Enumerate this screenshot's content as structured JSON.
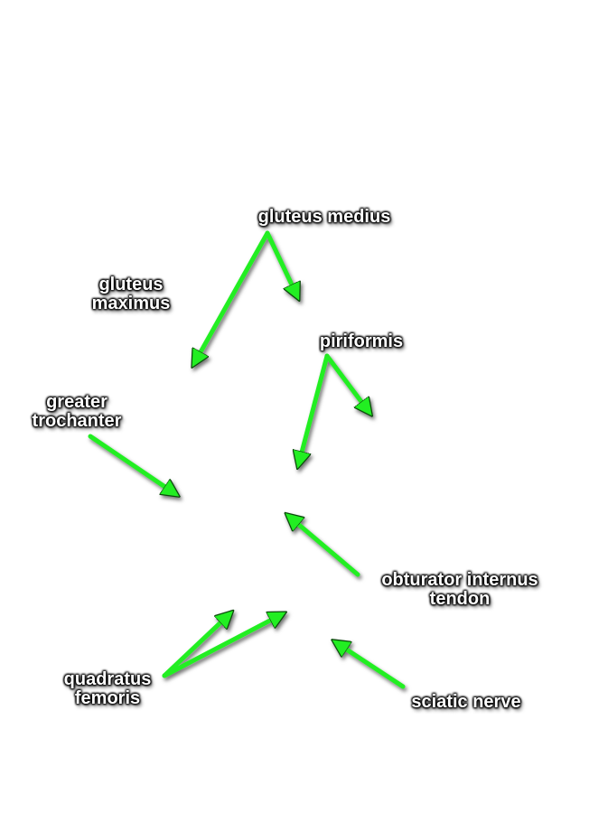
{
  "colors": {
    "arrow": "#22ee22",
    "arrow_outline": "#0a4a0a",
    "label_text": "#ffffff",
    "label_shadow": "#000000",
    "background": "#ffffff"
  },
  "labels": {
    "gluteus_medius": {
      "lines": [
        "gluteus medius"
      ]
    },
    "gluteus_maximus": {
      "lines": [
        "gluteus",
        "maximus"
      ]
    },
    "piriformis": {
      "lines": [
        "piriformis"
      ]
    },
    "greater_trochanter": {
      "lines": [
        "greater",
        "trochanter"
      ]
    },
    "obturator_internus_tendon": {
      "lines": [
        "obturator internus",
        "tendon"
      ]
    },
    "quadratus_femoris": {
      "lines": [
        "quadratus",
        "femoris"
      ]
    },
    "sciatic_nerve": {
      "lines": [
        "sciatic nerve"
      ]
    }
  }
}
